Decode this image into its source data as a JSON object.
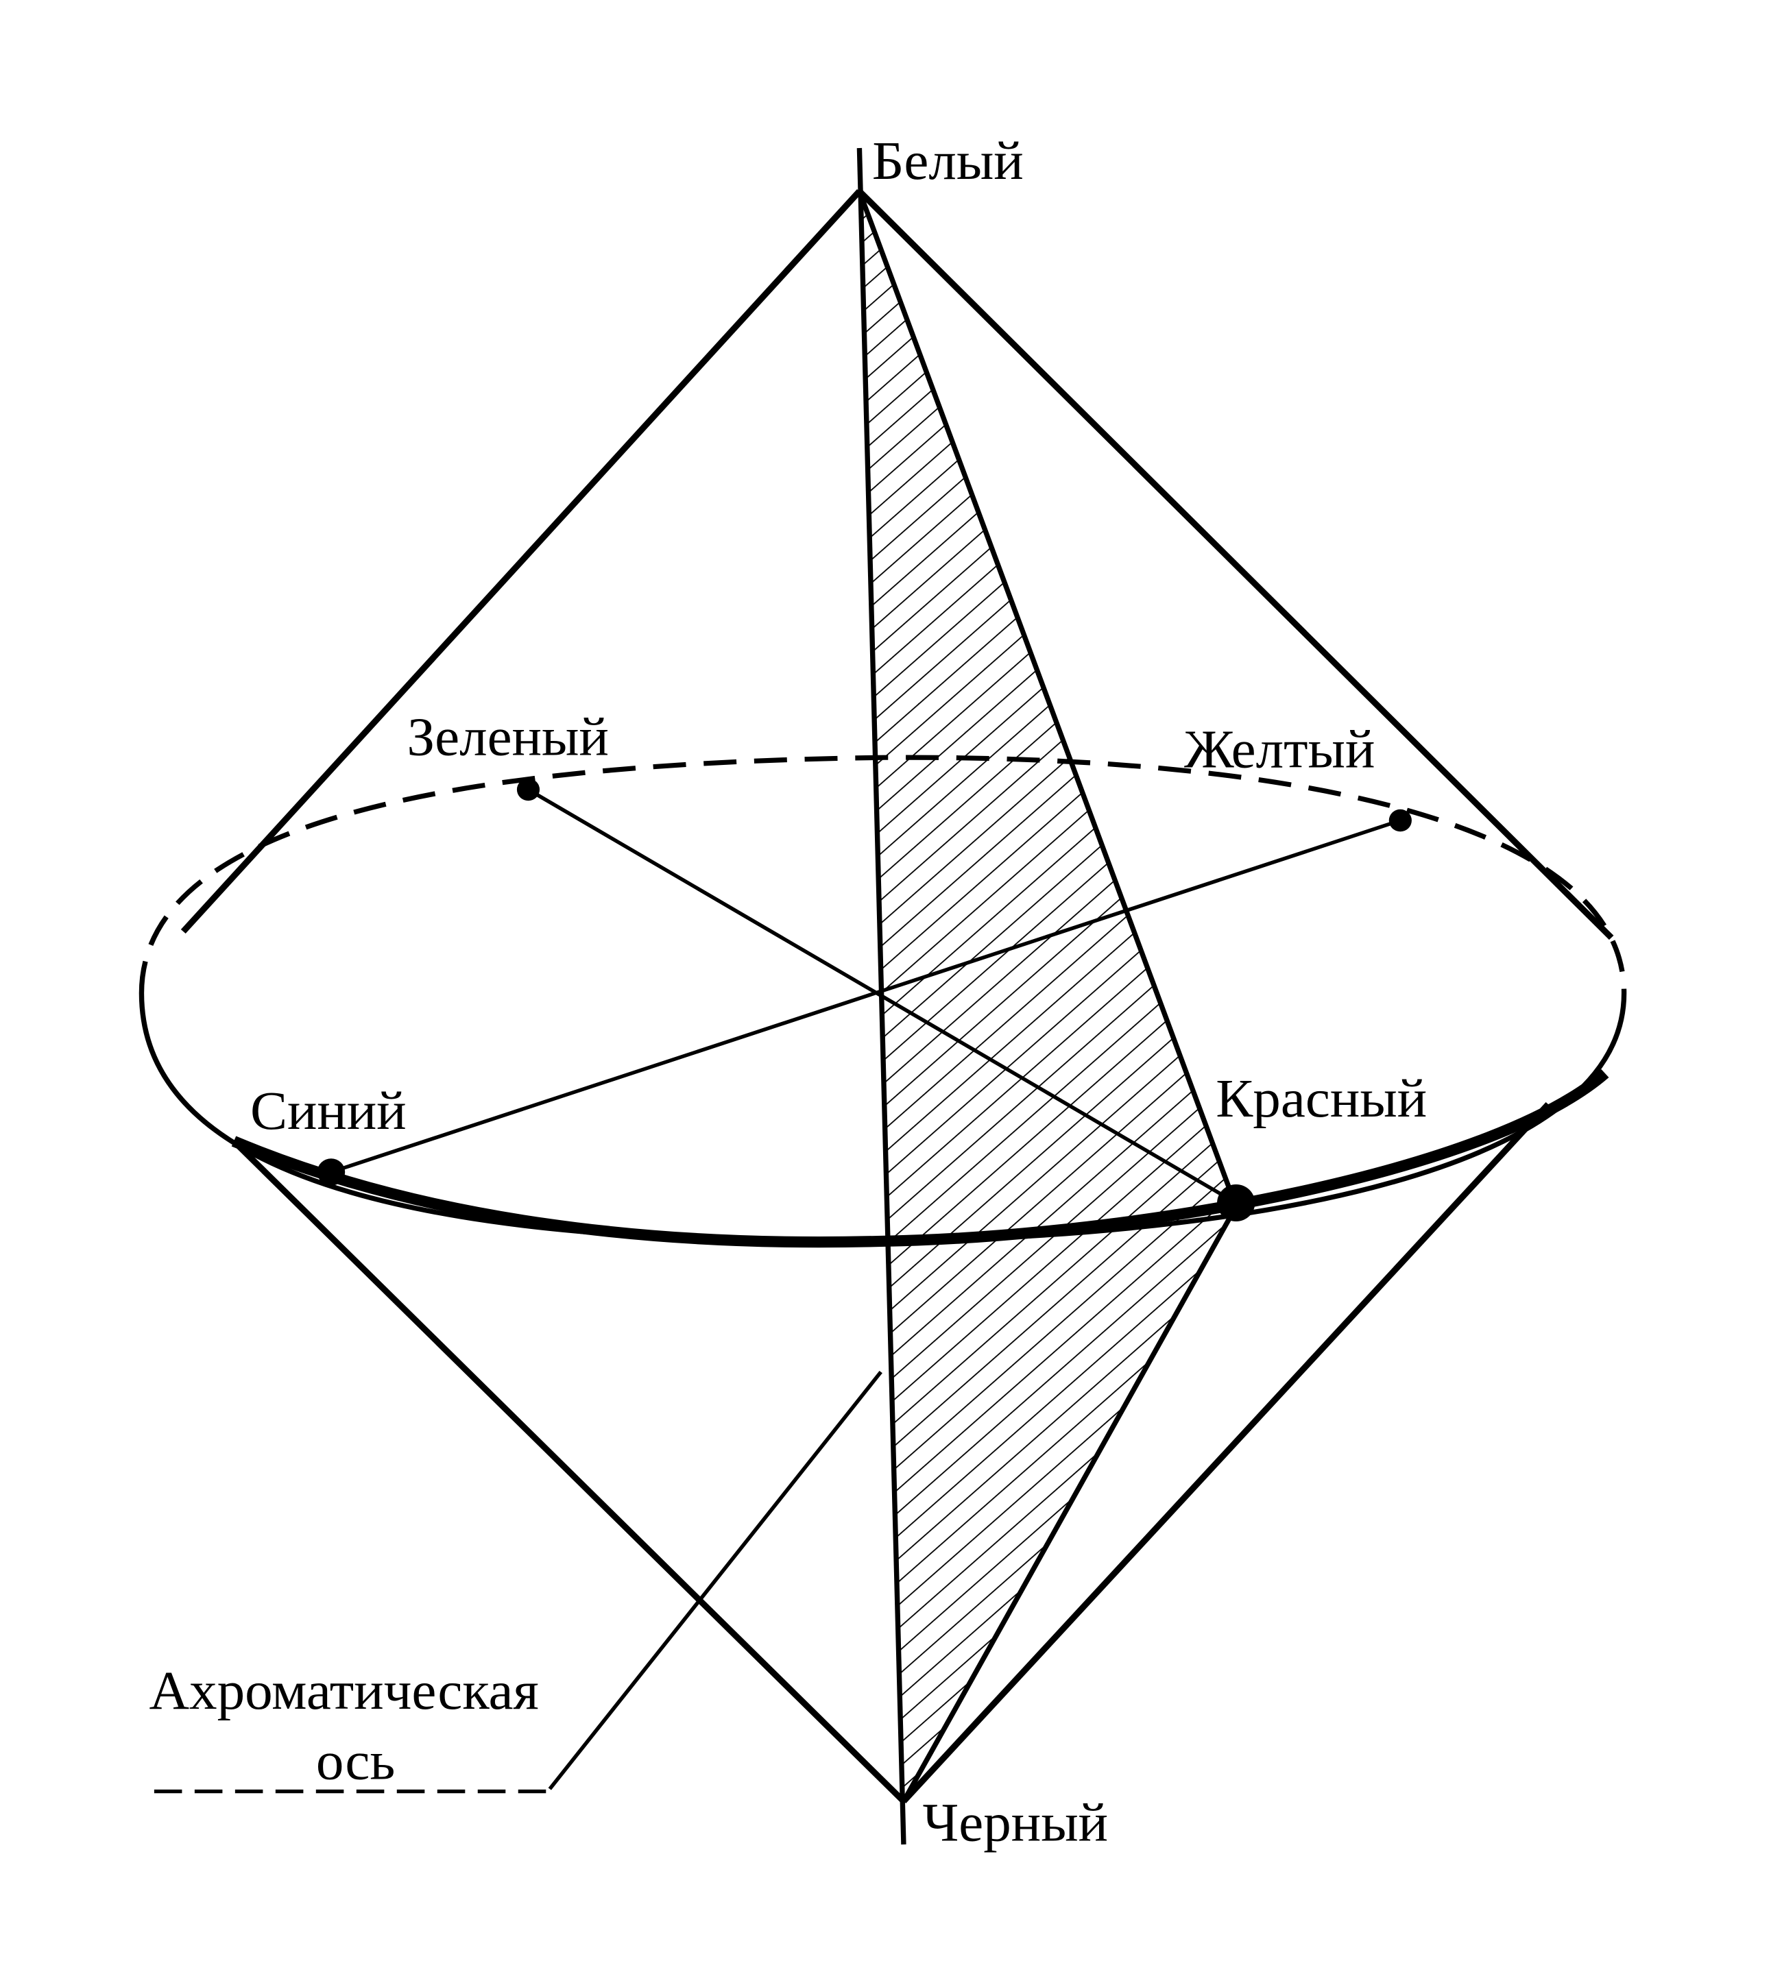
{
  "labels": {
    "white": "Белый",
    "black": "Черный",
    "green": "Зеленый",
    "yellow": "Желтый",
    "blue": "Синий",
    "red": "Красный",
    "axis_line1": "Ахроматическая",
    "axis_line2": "ось"
  },
  "colors": {
    "ink": "#000000",
    "paper": "#ffffff"
  }
}
